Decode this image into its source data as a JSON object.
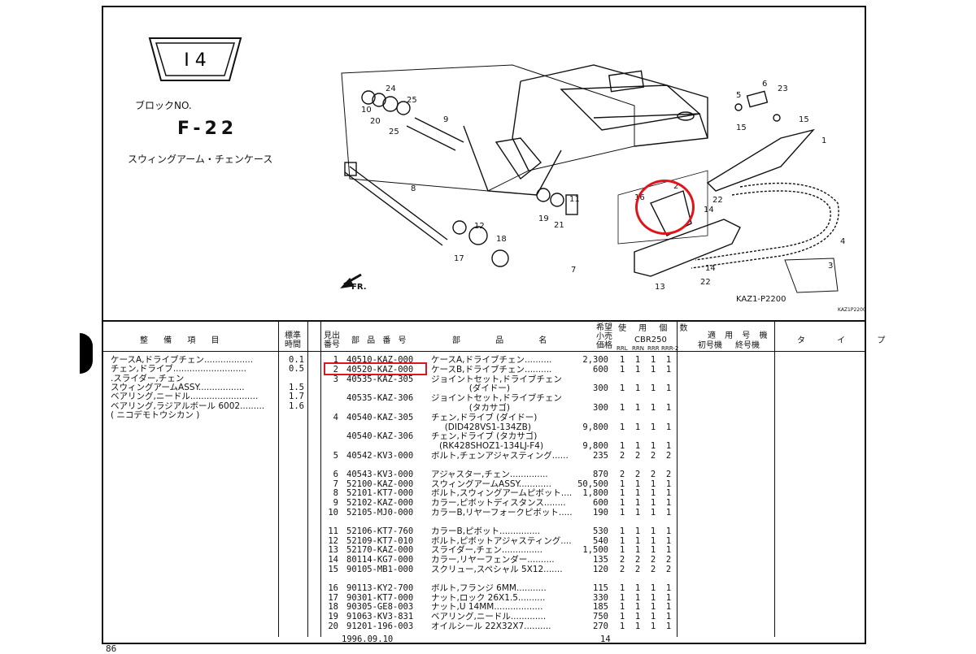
{
  "block": {
    "section": "I 4",
    "label": "ブロックNO.",
    "code": "F-22",
    "title": "スウィングアーム・チェンケース"
  },
  "figure": {
    "code": "KAZ1-P2200",
    "code_small": "KAZ1P2200",
    "front_mark": "FR.",
    "callouts": [
      "10",
      "20",
      "24",
      "25",
      "25",
      "9",
      "5",
      "6",
      "23",
      "15",
      "15",
      "1",
      "8",
      "11",
      "19",
      "21",
      "12",
      "17",
      "18",
      "7",
      "2",
      "16",
      "22",
      "14",
      "4",
      "3",
      "14",
      "22",
      "13"
    ]
  },
  "headers": {
    "work_item": "整 備 項 目",
    "std_time": "標準\n時間",
    "ref_no": "見出\n番号",
    "part_no": "部 品 番 号",
    "part_name": "部 品 名",
    "price": "希望\n小売\n価格",
    "usage": "使 用 個 数",
    "model": "CBR250",
    "variants": [
      "RRL",
      "RRN",
      "RRR",
      "RRR-2"
    ],
    "applicable": "適 用 号 機",
    "first": "初号機",
    "last": "終号機",
    "type": "タ イ プ"
  },
  "work_items": [
    {
      "name": "ケースA,ドライブチェン..................",
      "time": "0.1"
    },
    {
      "name": "チェン,ドライブ...........................",
      "time": "0.5"
    },
    {
      "name": ".スライダー,チェン",
      "time": ""
    },
    {
      "name": "スウィングアームASSY.................",
      "time": "1.5"
    },
    {
      "name": "ベアリング,ニードル.........................",
      "time": "1.7"
    },
    {
      "name": "ベアリング,ラジアルボール 6002.........",
      "time": "1.6"
    },
    {
      "name": "( ニコデモトウシカン )",
      "time": ""
    }
  ],
  "parts": [
    {
      "no": "1",
      "part": "40510-KAZ-000",
      "name": "ケースA,ドライブチェン..........",
      "price": "2,300",
      "q": [
        "1",
        "1",
        "1",
        "1"
      ]
    },
    {
      "no": "2",
      "part": "40520-KAZ-000",
      "name": "ケースB,ドライブチェン..........",
      "price": "600",
      "q": [
        "1",
        "1",
        "1",
        "1"
      ]
    },
    {
      "no": "3",
      "part": "40535-KAZ-305",
      "name": "ジョイントセット,ドライブチェン",
      "price": "",
      "q": [
        "",
        "",
        "",
        ""
      ]
    },
    {
      "no": "",
      "part": "",
      "name": "              (ダイドー)",
      "price": "300",
      "q": [
        "1",
        "1",
        "1",
        "1"
      ]
    },
    {
      "no": "",
      "part": "40535-KAZ-306",
      "name": "ジョイントセット,ドライブチェン",
      "price": "",
      "q": [
        "",
        "",
        "",
        ""
      ]
    },
    {
      "no": "",
      "part": "",
      "name": "              (タカサゴ)",
      "price": "300",
      "q": [
        "1",
        "1",
        "1",
        "1"
      ]
    },
    {
      "no": "4",
      "part": "40540-KAZ-305",
      "name": "チェン,ドライブ (ダイドー)",
      "price": "",
      "q": [
        "",
        "",
        "",
        ""
      ]
    },
    {
      "no": "",
      "part": "",
      "name": "     (DID428VS1-134ZB)",
      "price": "9,800",
      "q": [
        "1",
        "1",
        "1",
        "1"
      ]
    },
    {
      "no": "",
      "part": "40540-KAZ-306",
      "name": "チェン,ドライブ (タカサゴ)",
      "price": "",
      "q": [
        "",
        "",
        "",
        ""
      ]
    },
    {
      "no": "",
      "part": "",
      "name": "   (RK428SHOZ1-134LJ-F4)",
      "price": "9,800",
      "q": [
        "1",
        "1",
        "1",
        "1"
      ]
    },
    {
      "no": "5",
      "part": "40542-KV3-000",
      "name": "ボルト,チェンアジャスティング......",
      "price": "235",
      "q": [
        "2",
        "2",
        "2",
        "2"
      ]
    },
    {
      "no": "6",
      "part": "40543-KV3-000",
      "name": "アジャスター,チェン..............",
      "price": "870",
      "q": [
        "2",
        "2",
        "2",
        "2"
      ]
    },
    {
      "no": "7",
      "part": "52100-KAZ-000",
      "name": "スウィングアームASSY............",
      "price": "50,500",
      "q": [
        "1",
        "1",
        "1",
        "1"
      ]
    },
    {
      "no": "8",
      "part": "52101-KT7-000",
      "name": "ボルト,スウィングアームピボット....",
      "price": "1,800",
      "q": [
        "1",
        "1",
        "1",
        "1"
      ]
    },
    {
      "no": "9",
      "part": "52102-KAZ-000",
      "name": "カラー,ピボットディスタンス........",
      "price": "600",
      "q": [
        "1",
        "1",
        "1",
        "1"
      ]
    },
    {
      "no": "10",
      "part": "52105-MJ0-000",
      "name": "カラーB,リヤーフォークピボット.....",
      "price": "190",
      "q": [
        "1",
        "1",
        "1",
        "1"
      ]
    },
    {
      "no": "11",
      "part": "52106-KT7-760",
      "name": "カラーB,ピボット...............",
      "price": "530",
      "q": [
        "1",
        "1",
        "1",
        "1"
      ]
    },
    {
      "no": "12",
      "part": "52109-KT7-010",
      "name": "ボルト,ピボットアジャスティング....",
      "price": "540",
      "q": [
        "1",
        "1",
        "1",
        "1"
      ]
    },
    {
      "no": "13",
      "part": "52170-KAZ-000",
      "name": "スライダー,チェン...............",
      "price": "1,500",
      "q": [
        "1",
        "1",
        "1",
        "1"
      ]
    },
    {
      "no": "14",
      "part": "80114-KG7-000",
      "name": "カラー,リヤーフェンダー..........",
      "price": "135",
      "q": [
        "2",
        "2",
        "2",
        "2"
      ]
    },
    {
      "no": "15",
      "part": "90105-MB1-000",
      "name": "スクリュー,スペシャル 5X12.......",
      "price": "120",
      "q": [
        "2",
        "2",
        "2",
        "2"
      ]
    },
    {
      "no": "16",
      "part": "90113-KY2-700",
      "name": "ボルト,フランジ 6MM...........",
      "price": "115",
      "q": [
        "1",
        "1",
        "1",
        "1"
      ]
    },
    {
      "no": "17",
      "part": "90301-KT7-000",
      "name": "ナット,ロック 26X1.5..........",
      "price": "330",
      "q": [
        "1",
        "1",
        "1",
        "1"
      ]
    },
    {
      "no": "18",
      "part": "90305-GE8-003",
      "name": "ナット,U 14MM..................",
      "price": "185",
      "q": [
        "1",
        "1",
        "1",
        "1"
      ]
    },
    {
      "no": "19",
      "part": "91063-KV3-831",
      "name": "ベアリング,ニードル.............",
      "price": "750",
      "q": [
        "1",
        "1",
        "1",
        "1"
      ]
    },
    {
      "no": "20",
      "part": "91201-196-003",
      "name": "オイルシール 22X32X7..........",
      "price": "270",
      "q": [
        "1",
        "1",
        "1",
        "1"
      ]
    }
  ],
  "footer": {
    "date": "1996.09.10",
    "page": "14",
    "page_no": "86"
  }
}
